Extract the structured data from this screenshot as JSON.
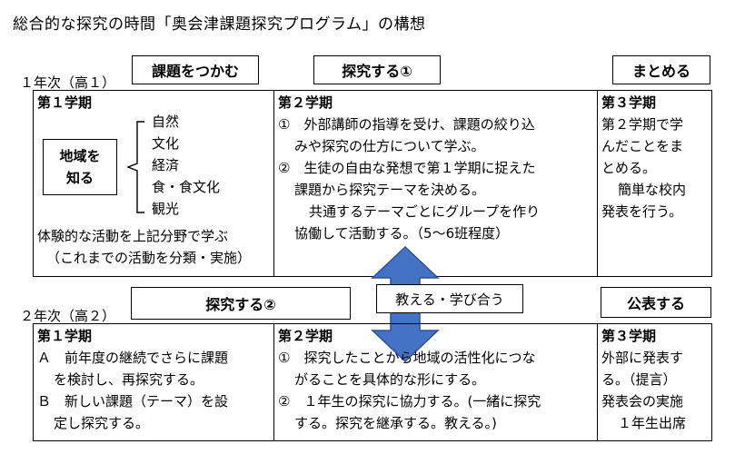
{
  "title": "総合的な探究の時間「奥会津課題探究プログラム」の構想",
  "year1": {
    "label": "１年次（高１）",
    "phase_labels": [
      "課題をつかむ",
      "探究する①",
      "まとめる"
    ],
    "term1": {
      "heading": "第１学期",
      "area_box": [
        "地域を",
        "知る"
      ],
      "topics": [
        "自然",
        "文化",
        "経済",
        "食・食文化",
        "観光"
      ],
      "note_lines": [
        "体験的な活動を上記分野で学ぶ",
        "（これまでの活動を分類・実施）"
      ]
    },
    "term2": {
      "heading": "第２学期",
      "lines": [
        "①　外部講師の指導を受け、課題の絞り込",
        "みや探究の仕方について学ぶ。",
        "②　生徒の自由な発想で第１学期に捉えた",
        "課題から探究テーマを決める。",
        "共通するテーマごとにグループを作り",
        "協働して活動する。（5～6班程度）"
      ]
    },
    "term3": {
      "heading": "第３学期",
      "lines": [
        "第２学期で学",
        "んだことをま",
        "とめる。",
        "簡単な校内",
        "発表を行う。"
      ]
    }
  },
  "exchange_label": "教える・学び合う",
  "year2": {
    "label": "２年次（高２）",
    "phase_labels": [
      "探究する②",
      "公表する"
    ],
    "term1": {
      "heading": "第１学期",
      "lines": [
        "Ａ　前年度の継続でさらに課題",
        "を検討し、再探究する。",
        "Ｂ　新しい課題（テーマ）を設",
        "定し探究する。"
      ]
    },
    "term2": {
      "heading": "第２学期",
      "lines": [
        "①　探究したことから地域の活性化につな",
        "がることを具体的な形にする。",
        "②　１年生の探究に協力する。(一緒に探究",
        "する。探究を継承する。教える。)"
      ]
    },
    "term3": {
      "heading": "第３学期",
      "lines": [
        "外部に発表す",
        "る。（提言）",
        "発表会の実施",
        "１年生出席"
      ]
    }
  },
  "colors": {
    "arrow": "#4472c4",
    "arrow_stroke": "#2f528f"
  }
}
